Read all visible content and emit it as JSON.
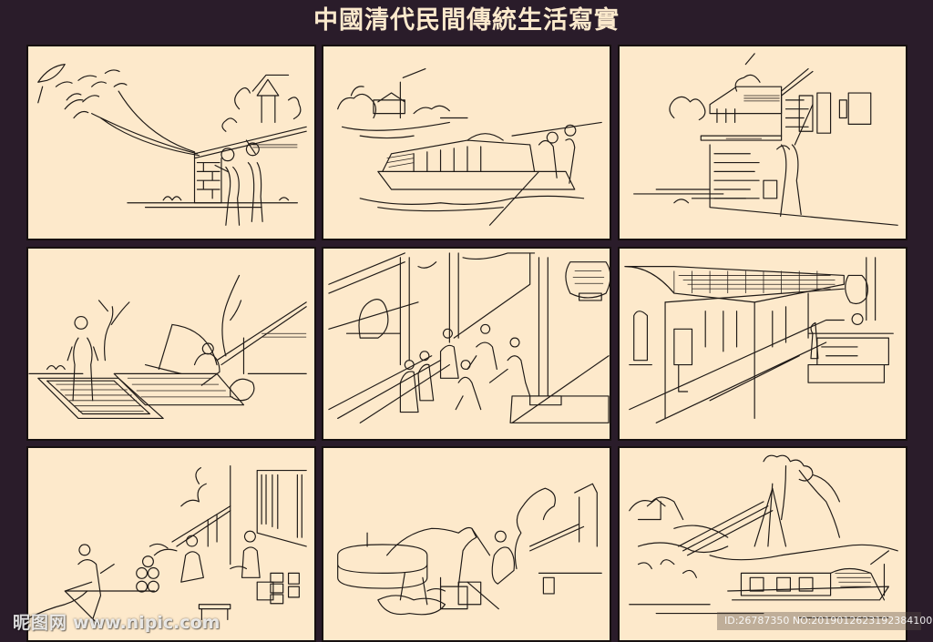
{
  "page": {
    "title": "中國清代民間傳統生活寫實",
    "background_color": "#2a1c2a",
    "panel_color": "#fde9cb",
    "ink_color": "#1f1a17"
  },
  "panels": [
    {
      "row": 1,
      "col": 1,
      "scene": "Two figures flying a bird kite beside a brick wall and house"
    },
    {
      "row": 1,
      "col": 2,
      "scene": "Covered boat with boatmen poling on a river, village on shore"
    },
    {
      "row": 1,
      "col": 3,
      "scene": "Man with pole pasting notices on a wall beside a house"
    },
    {
      "row": 2,
      "col": 1,
      "scene": "Figures on mats, one fishing with rod beside trees and wall"
    },
    {
      "row": 2,
      "col": 2,
      "scene": "Courtyard hall with pillars, group of figures playing, lantern"
    },
    {
      "row": 2,
      "col": 3,
      "scene": "Pavilion with hanging banners and tassels, weaver at loom"
    },
    {
      "row": 3,
      "col": 1,
      "scene": "Potters working with jars and bowls beside a building"
    },
    {
      "row": 3,
      "col": 2,
      "scene": "Ox turning stone mill, seated man with stick, buckets"
    },
    {
      "row": 3,
      "col": 3,
      "scene": "Boats and hauling workers along a riverbank with trees"
    }
  ],
  "watermarks": {
    "left_brand": "昵图网",
    "left_url": "www.nipic.com",
    "right_id": "ID:26787350 NO:20190126231923841000"
  }
}
